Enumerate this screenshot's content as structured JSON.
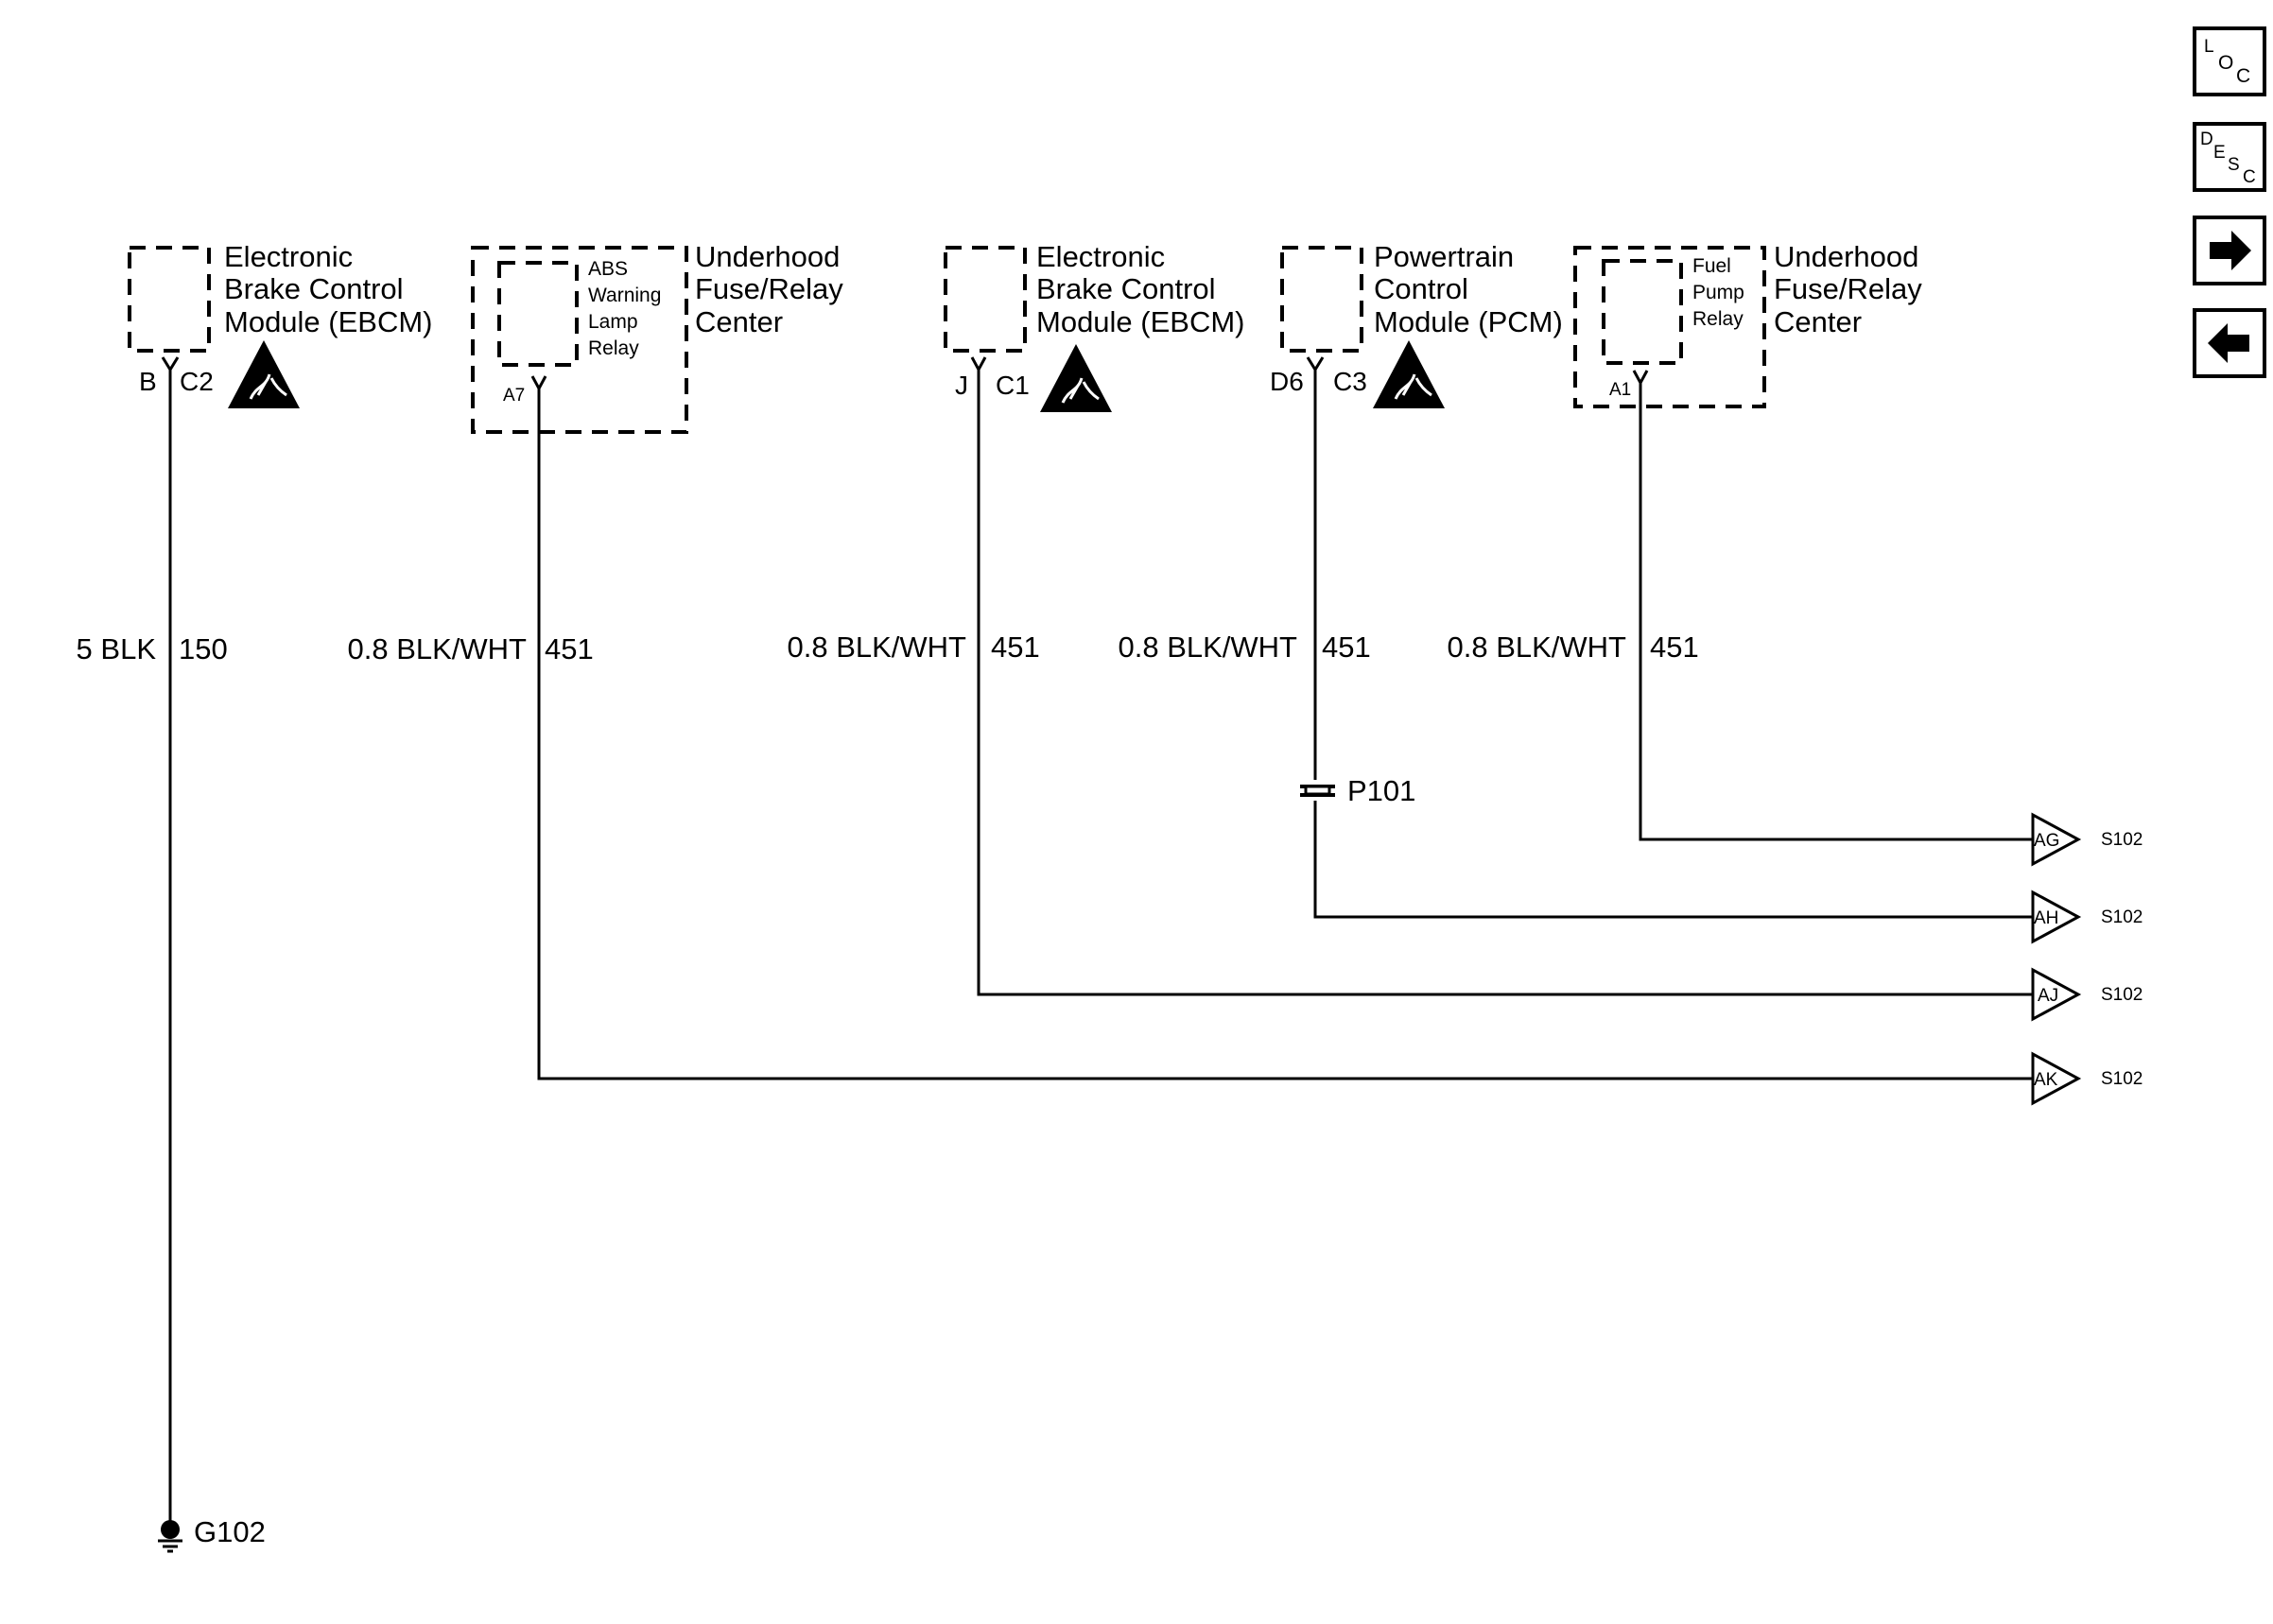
{
  "components": {
    "ebcm_c2": {
      "name_lines": [
        "Electronic",
        "Brake Control",
        "Module (EBCM)"
      ],
      "pin": "B",
      "connector": "C2"
    },
    "uhfrc_a7": {
      "name_lines": [
        "Underhood",
        "Fuse/Relay",
        "Center"
      ],
      "inner_lines": [
        "ABS",
        "Warning",
        "Lamp",
        "Relay"
      ],
      "pin": "A7"
    },
    "ebcm_c1": {
      "name_lines": [
        "Electronic",
        "Brake Control",
        "Module (EBCM)"
      ],
      "pin": "J",
      "connector": "C1"
    },
    "pcm": {
      "name_lines": [
        "Powertrain",
        "Control",
        "Module (PCM)"
      ],
      "pin": "D6",
      "connector": "C3"
    },
    "uhfrc_a1": {
      "name_lines": [
        "Underhood",
        "Fuse/Relay",
        "Center"
      ],
      "inner_lines": [
        "Fuel",
        "Pump",
        "Relay"
      ],
      "pin": "A1"
    }
  },
  "wires": [
    {
      "gauge_color": "5 BLK",
      "circuit": "150"
    },
    {
      "gauge_color": "0.8 BLK/WHT",
      "circuit": "451"
    },
    {
      "gauge_color": "0.8 BLK/WHT",
      "circuit": "451"
    },
    {
      "gauge_color": "0.8 BLK/WHT",
      "circuit": "451"
    },
    {
      "gauge_color": "0.8 BLK/WHT",
      "circuit": "451"
    }
  ],
  "inline_connector": "P101",
  "ground": "G102",
  "splice_refs": [
    {
      "pin": "AG",
      "splice": "S102"
    },
    {
      "pin": "AH",
      "splice": "S102"
    },
    {
      "pin": "AJ",
      "splice": "S102"
    },
    {
      "pin": "AK",
      "splice": "S102"
    }
  ],
  "nav": {
    "loc": [
      "L",
      "O",
      "C"
    ],
    "desc": [
      "D",
      "E",
      "S",
      "C"
    ],
    "next_icon": "arrow-right-icon",
    "prev_icon": "arrow-left-icon"
  },
  "colors": {
    "line": "#000000",
    "background": "#ffffff"
  },
  "icons": {
    "esd": "esd-warning-icon",
    "ground": "ground-icon",
    "inline": "inline-connector-icon"
  }
}
